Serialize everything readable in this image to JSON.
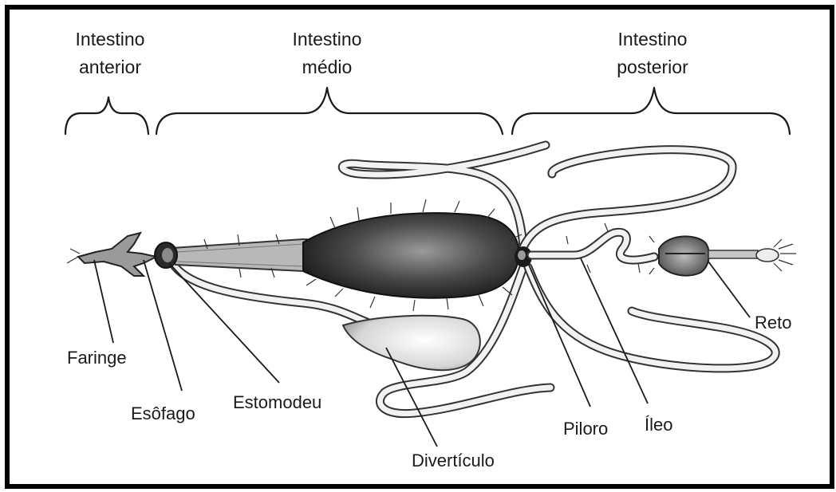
{
  "sections": {
    "anterior": [
      "Intestino",
      "anterior"
    ],
    "medio": [
      "Intestino",
      "médio"
    ],
    "posterior": [
      "Intestino",
      "posterior"
    ]
  },
  "labels": {
    "faringe": "Faringe",
    "esofago": "Esôfago",
    "estomodeu": "Estomodeu",
    "diverticulo": "Divertículo",
    "piloro": "Piloro",
    "ileo": "Íleo",
    "reto": "Reto"
  },
  "colors": {
    "border": "#000000",
    "ink": "#1a1a1a",
    "tissue": "#8a8a8a"
  }
}
